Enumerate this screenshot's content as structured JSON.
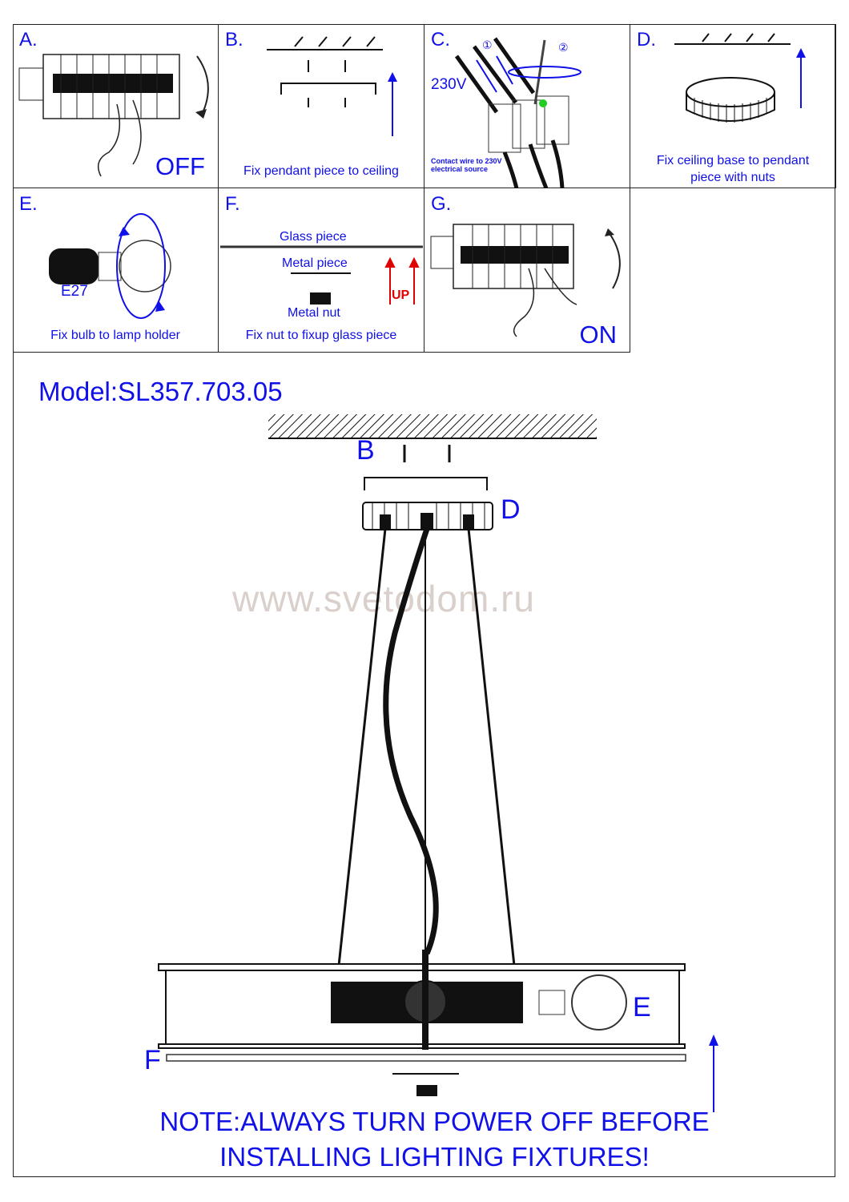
{
  "steps": [
    {
      "letter": "A.",
      "caption": "OFF"
    },
    {
      "letter": "B.",
      "caption": "Fix pendant piece to ceiling"
    },
    {
      "letter": "C.",
      "voltage": "230V",
      "caption_line1": "Contact wire to 230V",
      "caption_line2": "electrical source",
      "marker1": "①",
      "marker2": "②"
    },
    {
      "letter": "D.",
      "caption_line1": "Fix ceiling base to pendant",
      "caption_line2": "piece with nuts"
    },
    {
      "letter": "E.",
      "socket": "E27",
      "caption": "Fix bulb to lamp holder"
    },
    {
      "letter": "F.",
      "glass": "Glass piece",
      "metal": "Metal piece",
      "nut": "Metal nut",
      "up": "UP",
      "caption": "Fix nut to fixup glass piece"
    },
    {
      "letter": "G.",
      "caption": "ON"
    }
  ],
  "main": {
    "model": "Model:SL357.703.05",
    "watermark": "www.svetodom.ru",
    "labels": {
      "b": "B",
      "d": "D",
      "e": "E",
      "f": "F"
    },
    "note_line1": "NOTE:ALWAYS TURN POWER OFF BEFORE",
    "note_line2": "INSTALLING LIGHTING FIXTURES!"
  },
  "colors": {
    "accent": "#1010e8",
    "arrow_red": "#e00000",
    "wire_green": "#22cc22"
  }
}
